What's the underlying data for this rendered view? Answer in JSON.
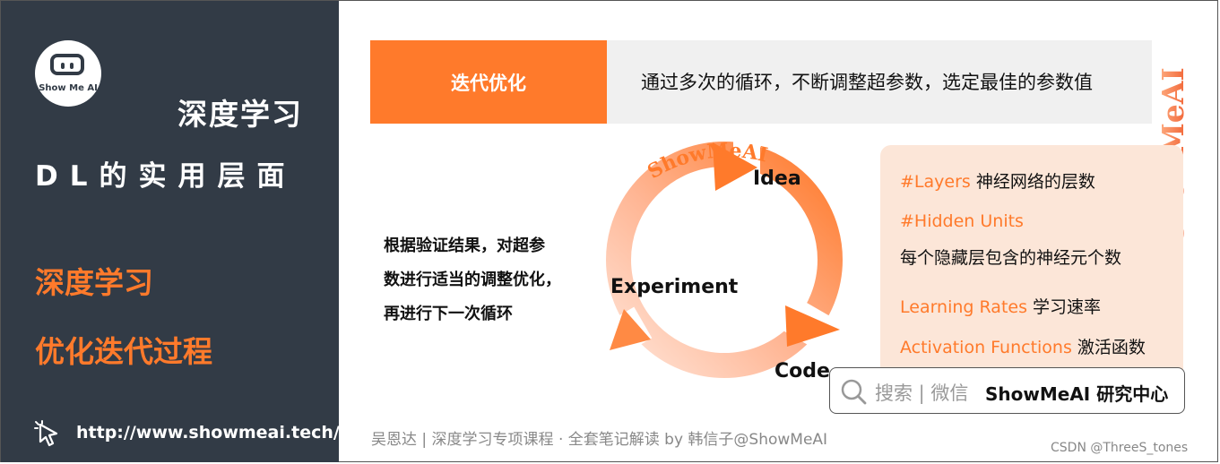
{
  "sidebar": {
    "logo_text": "Show Me AI",
    "title_1": "深度学习",
    "title_2": "DL的实用层面",
    "heading_1": "深度学习",
    "heading_2": "优化迭代过程",
    "url": "http://www.showmeai.tech/"
  },
  "header": {
    "label": "迭代优化",
    "text": "通过多次的循环，不断调整超参数，选定最佳的参数值"
  },
  "watermark": "ShowMeAI",
  "cycle": {
    "arc_text": "ShowMeAI",
    "idea": "Idea",
    "experiment": "Experiment",
    "code": "Code"
  },
  "description": {
    "line_1": "根据验证结果，对超参",
    "line_2": "数进行适当的调整优化，",
    "line_3": "再进行下一次循环"
  },
  "hyperparams": {
    "layers_key": "#Layers",
    "layers_desc": " 神经网络的层数",
    "hidden_key": "#Hidden Units",
    "hidden_desc": "每个隐藏层包含的神经元个数",
    "lr_key": "Learning Rates",
    "lr_desc": " 学习速率",
    "act_key": "Activation Functions",
    "act_desc": " 激活函数"
  },
  "search": {
    "prompt": "搜索 | 微信",
    "brand": "ShowMeAI 研究中心"
  },
  "footer": "吴恩达 | 深度学习专项课程 · 全套笔记解读  by 韩信子@ShowMeAI",
  "csdn_watermark": "CSDN @ThreeS_tones",
  "colors": {
    "accent": "#ff7a2b",
    "sidebar_bg": "#323b46",
    "box_bg": "#fce6d8"
  }
}
